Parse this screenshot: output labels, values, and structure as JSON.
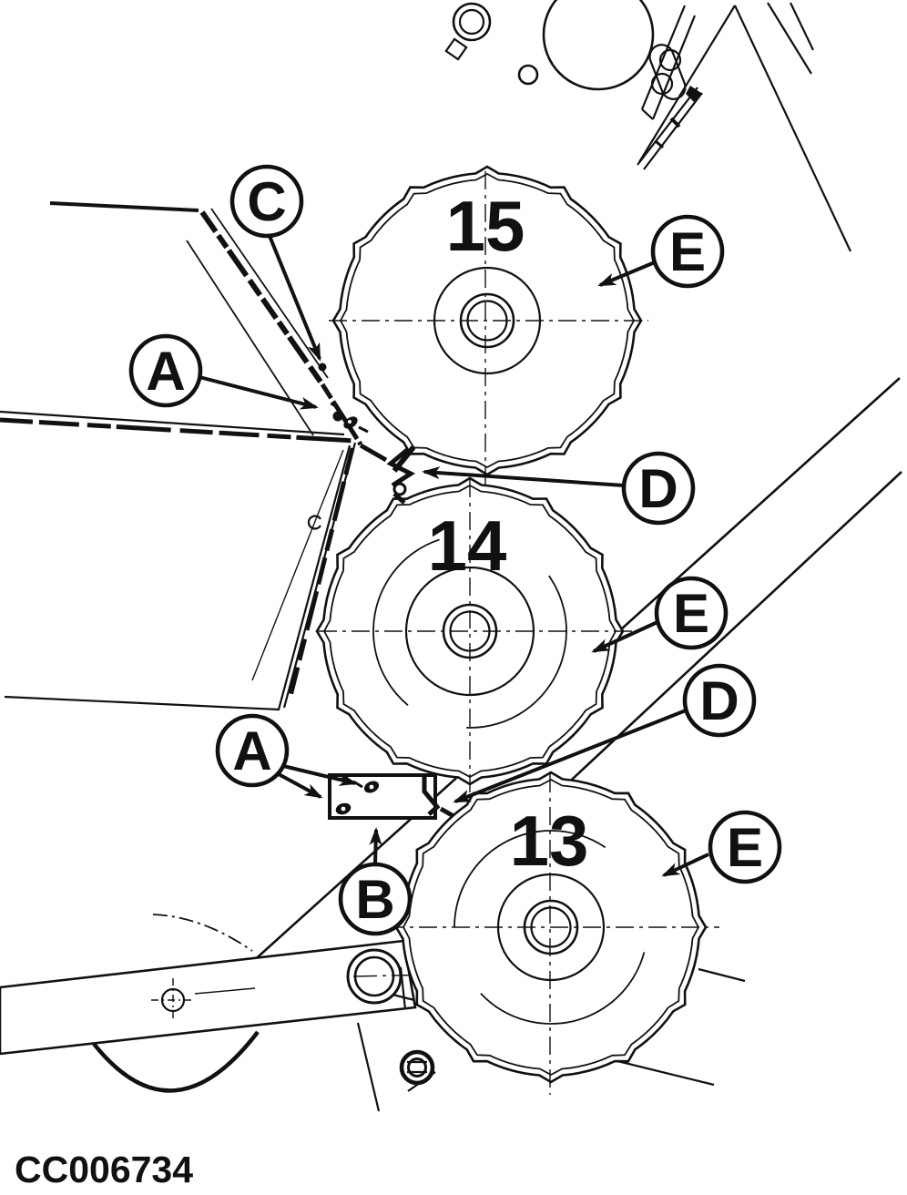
{
  "figure": {
    "code": "CC006734",
    "ink": "#111111",
    "paper": "#ffffff"
  },
  "discs": [
    {
      "number": "15"
    },
    {
      "number": "14"
    },
    {
      "number": "13"
    }
  ],
  "callouts": [
    {
      "letter": "C"
    },
    {
      "letter": "A"
    },
    {
      "letter": "E"
    },
    {
      "letter": "D"
    },
    {
      "letter": "E"
    },
    {
      "letter": "D"
    },
    {
      "letter": "A"
    },
    {
      "letter": "B"
    },
    {
      "letter": "E"
    }
  ]
}
